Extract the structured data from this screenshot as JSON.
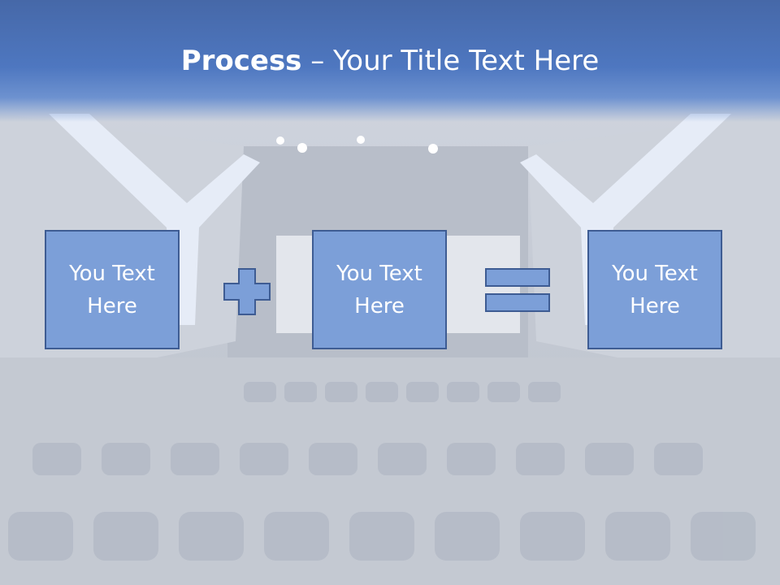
{
  "title": {
    "bold": "Process",
    "rest": " – Your Title Text Here"
  },
  "boxes": [
    {
      "text": "You Text Here"
    },
    {
      "text": "You Text Here"
    },
    {
      "text": "You Text Here"
    }
  ],
  "operators": [
    "plus-icon",
    "equals-icon"
  ],
  "colors": {
    "title_bar": "#4e77c0",
    "box_fill": "#7c9fd8",
    "box_border": "#3e5c93",
    "text": "#ffffff"
  }
}
